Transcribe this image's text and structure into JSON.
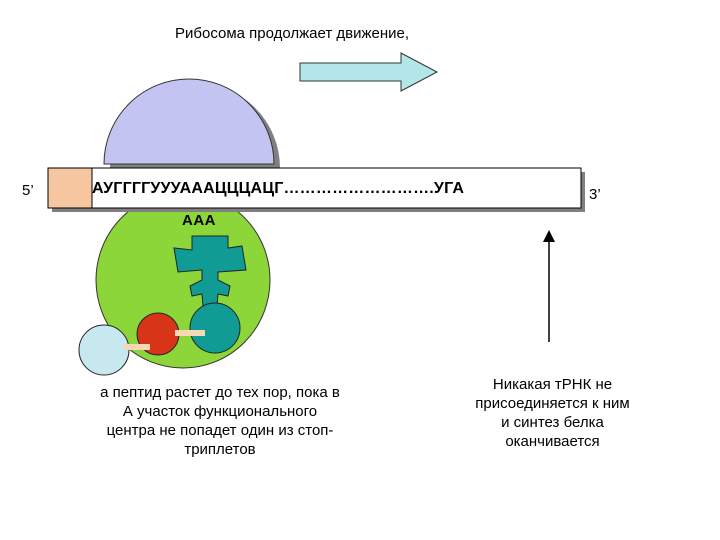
{
  "title": "Рибосома продолжает движение,",
  "mrna": {
    "end5": "5’",
    "end3": "3’",
    "sequence": "АУГГГГУУУАААЦЦЦАЦГ……………………….УГА"
  },
  "anticodon": "ААА",
  "notes": {
    "left": "а пептид растет до тех пор, пока в А участок функционального центра не попадет один из стоп-триплетов",
    "right": "Никакая тРНК не присоединяется к ним и синтез белка оканчивается"
  },
  "colors": {
    "arrow_fill": "#b3e6e8",
    "small_subunit": "#c4c4f2",
    "large_subunit": "#8cd63a",
    "trna": "#109b94",
    "mrna_cap": "#f6c6a0",
    "amino_acid_red": "#d83418",
    "amino_acid_light": "#c8e8ef",
    "peptide_bond": "#f6d8b4"
  }
}
